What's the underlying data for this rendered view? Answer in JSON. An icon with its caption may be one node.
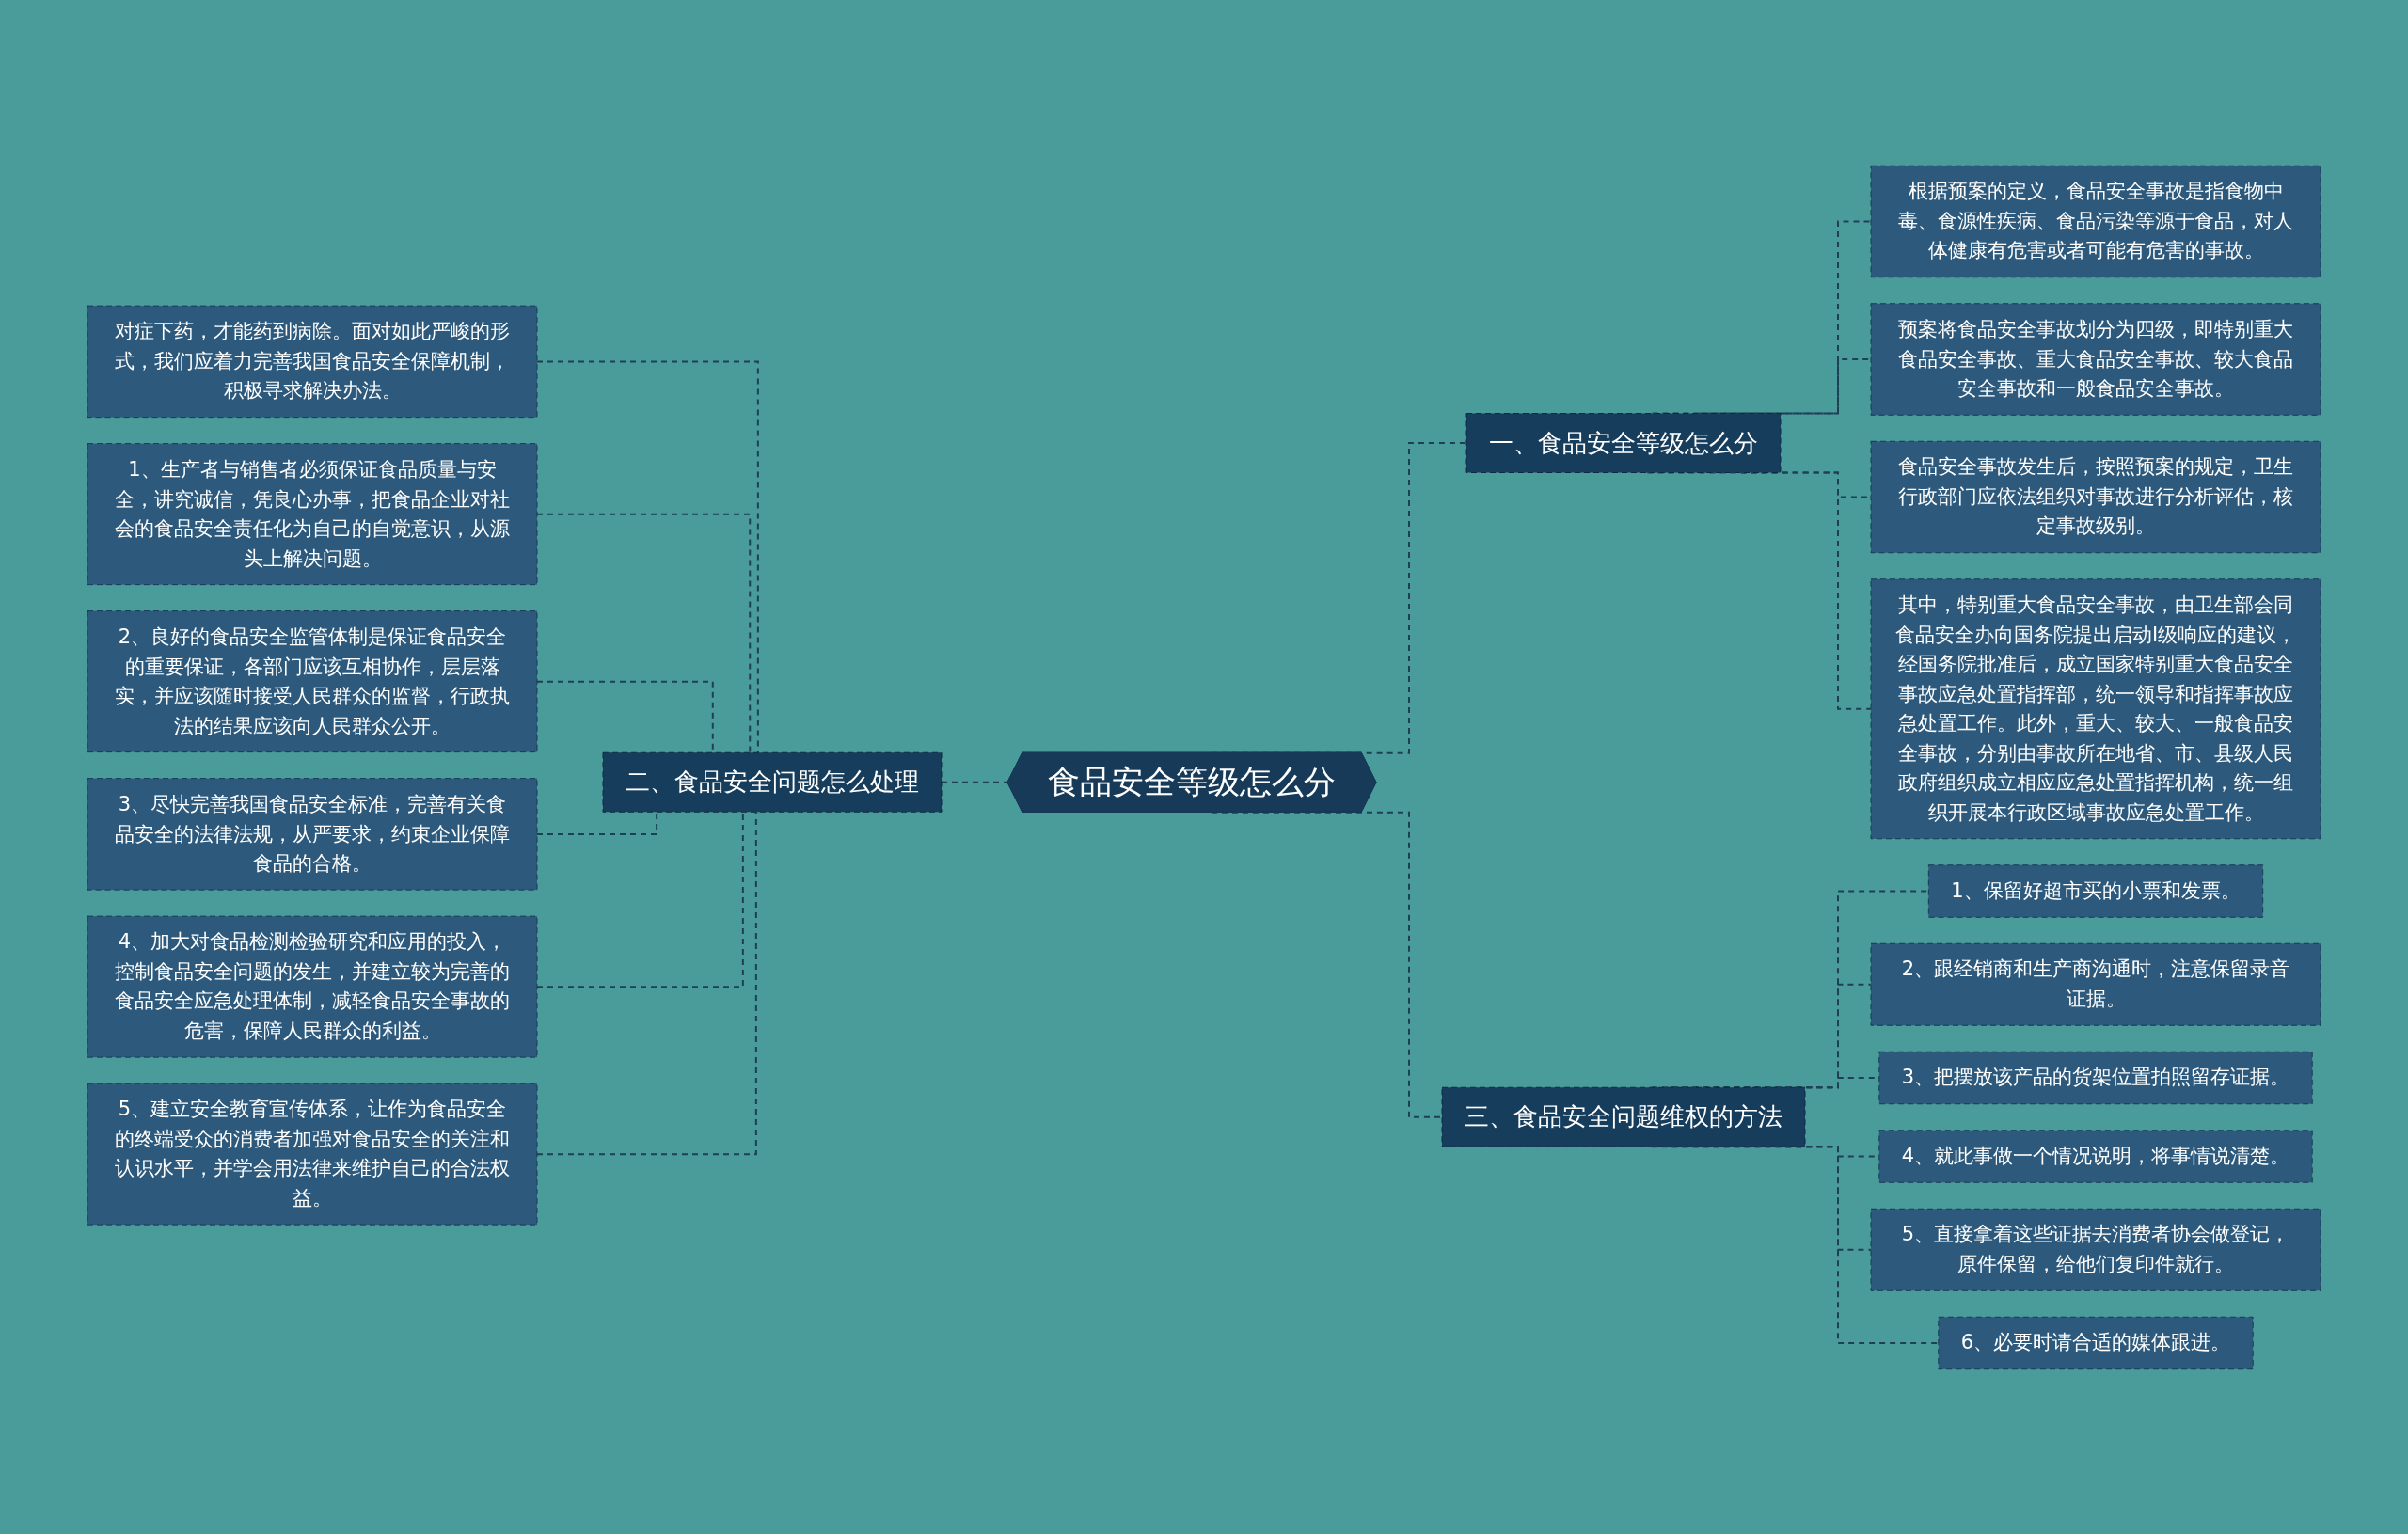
{
  "diagram": {
    "nodes": [
      {
        "text": [
          "食品安全等级怎么分"
        ]
      },
      {
        "text": [
          "二、食品安全问题怎么处理"
        ]
      },
      {
        "text": [
          "对症下药，才能药到病除。面对如此严峻的形式，我们应着力完善我国食品安全保障机制，积极寻求解决办法。"
        ]
      },
      {
        "text": [
          "1、生产者与销售者必须保证食品质量与安全，讲究诚信，凭良心办事，把食品企业对社会的食品安全责任化为自己的自觉意识，从源头上解决问题。"
        ]
      },
      {
        "text": [
          "2、良好的食品安全监管体制是保证食品安全的重要保证，各部门应该互相协作，层层落实，并应该随时接受人民群众的监督，行政执法的结果应该向人民群众公开。"
        ]
      },
      {
        "text": [
          "3、尽快完善我国食品安全标准，完善有关食品安全的法律法规，从严要求，约束企业保障食品的合格。"
        ]
      },
      {
        "text": [
          "4、加大对食品检测检验研究和应用的投入，控制食品安全问题的发生，并建立较为完善的食品安全应急处理体制，减轻食品安全事故的危害，保障人民群众的利益。"
        ]
      },
      {
        "text": [
          "5、建立安全教育宣传体系，让作为食品安全的终端受众的消费者加强对食品安全的关注和认识水平，并学会用法律来维护自己的合法权益。"
        ]
      },
      {
        "text": [
          "一、食品安全等级怎么分"
        ]
      },
      {
        "text": [
          "根据预案的定义，食品安全事故是指食物中毒、食源性疾病、食品污染等源于食品，对人体健康有危害或者可能有危害的事故。"
        ]
      },
      {
        "text": [
          "预案将食品安全事故划分为四级，即特别重大食品安全事故、重大食品安全事故、较大食品安全事故和一般食品安全事故。"
        ]
      },
      {
        "text": [
          "食品安全事故发生后，按照预案的规定，卫生行政部门应依法组织对事故进行分析评估，核定事故级别。"
        ]
      },
      {
        "text": [
          "其中，特别重大食品安全事故，由卫生部会同食品安全办向国务院提出启动I级响应的建议，经国务院批准后，成立国家特别重大食品安全事故应急处置指挥部，统一领导和指挥事故应急处置工作。此外，重大、较大、一般食品安全事故，分别由事故所在地省、市、县级人民政府组织成立相应应急处置指挥机构，统一组织开展本行政区域事故应急处置工作。"
        ]
      },
      {
        "text": [
          "三、食品安全问题维权的方法"
        ]
      },
      {
        "text": [
          "1、保留好超市买的小票和发票。"
        ]
      },
      {
        "text": [
          "2、跟经销商和生产商沟通时，注意保留录音证据。"
        ]
      },
      {
        "text": [
          "3、把摆放该产品的货架位置拍照留存证据。"
        ]
      },
      {
        "text": [
          "4、就此事做一个情况说明，将事情说清楚。"
        ]
      },
      {
        "text": [
          "5、直接拿着这些证据去消费者协会做登记，原件保留，给他们复印件就行。"
        ]
      },
      {
        "text": [
          "6、必要时请合适的媒体跟进。"
        ]
      }
    ],
    "edges": [
      {
        "from": 1,
        "to": 0,
        "arrow": "none",
        "style": "dashed"
      },
      {
        "from": 2,
        "to": 1,
        "arrow": "none",
        "style": "dashed"
      },
      {
        "from": 3,
        "to": 1,
        "arrow": "none",
        "style": "dashed"
      },
      {
        "from": 4,
        "to": 1,
        "arrow": "none",
        "style": "dashed"
      },
      {
        "from": 5,
        "to": 1,
        "arrow": "none",
        "style": "dashed"
      },
      {
        "from": 6,
        "to": 1,
        "arrow": "none",
        "style": "dashed"
      },
      {
        "from": 7,
        "to": 1,
        "arrow": "none",
        "style": "dashed"
      },
      {
        "from": 0,
        "to": 8,
        "arrow": "none",
        "style": "dashed"
      },
      {
        "from": 8,
        "to": 9,
        "arrow": "none",
        "style": "dashed"
      },
      {
        "from": 8,
        "to": 10,
        "arrow": "none",
        "style": "dashed"
      },
      {
        "from": 8,
        "to": 11,
        "arrow": "none",
        "style": "dashed"
      },
      {
        "from": 8,
        "to": 12,
        "arrow": "none",
        "style": "dashed"
      },
      {
        "from": 0,
        "to": 13,
        "arrow": "none",
        "style": "dashed"
      },
      {
        "from": 13,
        "to": 14,
        "arrow": "none",
        "style": "dashed"
      },
      {
        "from": 13,
        "to": 15,
        "arrow": "none",
        "style": "dashed"
      },
      {
        "from": 13,
        "to": 16,
        "arrow": "none",
        "style": "dashed"
      },
      {
        "from": 13,
        "to": 17,
        "arrow": "none",
        "style": "dashed"
      },
      {
        "from": 13,
        "to": 18,
        "arrow": "none",
        "style": "dashed"
      },
      {
        "from": 13,
        "to": 19,
        "arrow": "none",
        "style": "dashed"
      }
    ]
  }
}
